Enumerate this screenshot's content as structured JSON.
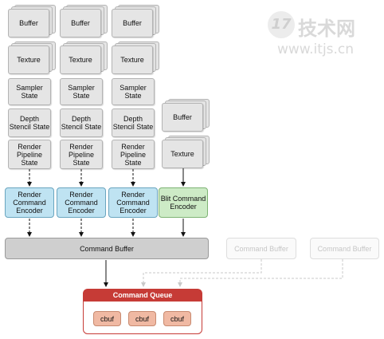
{
  "columns": [
    {
      "buffer": "Buffer",
      "texture": "Texture",
      "sampler": "Sampler State",
      "depth": "Depth Stencil State",
      "pipeline": "Render Pipeline State",
      "encoder": "Render Command Encoder"
    },
    {
      "buffer": "Buffer",
      "texture": "Texture",
      "sampler": "Sampler State",
      "depth": "Depth Stencil State",
      "pipeline": "Render Pipeline State",
      "encoder": "Render Command Encoder"
    },
    {
      "buffer": "Buffer",
      "texture": "Texture",
      "sampler": "Sampler State",
      "depth": "Depth Stencil State",
      "pipeline": "Render Pipeline State",
      "encoder": "Render Command Encoder"
    }
  ],
  "blit": {
    "buffer": "Buffer",
    "texture": "Texture",
    "encoder": "Blit Command Encoder"
  },
  "command_buffer": "Command Buffer",
  "ghost_buffers": [
    "Command Buffer",
    "Command Buffer"
  ],
  "queue": {
    "title": "Command Queue",
    "items": [
      "cbuf",
      "cbuf",
      "cbuf"
    ]
  },
  "watermark": {
    "logo": "17",
    "brand": "技术网",
    "url": "www.itjs.cn"
  },
  "colors": {
    "render_encoder": "#bfe3f2",
    "blit_encoder": "#cdebc6",
    "queue": "#c63b36",
    "cbuf": "#f0b9a3"
  }
}
